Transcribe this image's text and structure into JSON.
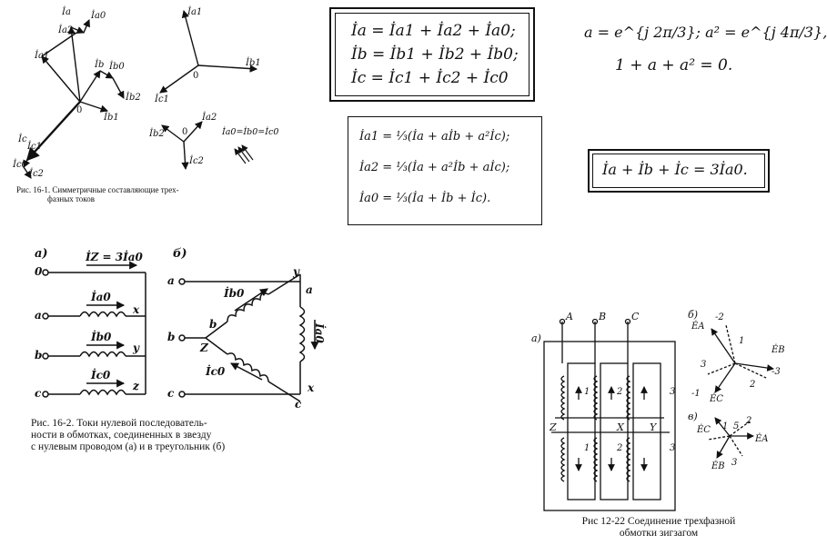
{
  "fig16_1": {
    "caption_line1": "Рис. 16-1. Симметричные составляющие трех-",
    "caption_line2": "фазных токов",
    "labels": {
      "ia": "İa",
      "ia2": "İa2",
      "ia0": "İa0",
      "ia1": "İa1",
      "ib": "İb",
      "ib0": "İb0",
      "ib2": "İb2",
      "ib1": "İb1",
      "ic": "İc",
      "ic1": "İc1",
      "ic0": "İc0",
      "ic2": "İc2",
      "o1": "0",
      "ia1b": "İa1",
      "o2": "0",
      "ib1b": "İb1",
      "ic1b": "İc1",
      "ia2b": "İa2",
      "ib2b": "İb2",
      "o3": "0",
      "ic2b": "İc2",
      "zero_eq": "İa0=İb0=İc0"
    }
  },
  "eq_sum": {
    "line1": "İa = İa1 + İa2 + İa0;",
    "line2": "İb = İb1 + İb2 + İb0;",
    "line3": "İc = İc1 + İc2 + İc0"
  },
  "eq_a": {
    "line1": "a = e^{j 2π/3};   a² = e^{j 4π/3},",
    "line2": "1 + a + a² = 0."
  },
  "eq_comp": {
    "line1": "İa1 = ⅓(İa + aİb + a²İc);",
    "line2": "İa2 = ⅓(İa + a²İb + aİc);",
    "line3": "İa0 = ⅓(İa + İb + İc)."
  },
  "eq_zero": {
    "text": "İa + İb + İc = 3İa0."
  },
  "fig16_2": {
    "label_a": "а)",
    "label_b": "б)",
    "iz": "İZ = 3İa0",
    "ia0": "İa0",
    "ib0": "İb0",
    "ic0": "İc0",
    "left_terms": [
      "0",
      "a",
      "b",
      "c"
    ],
    "right_terms": [
      "x",
      "y",
      "z"
    ],
    "tri_terms": {
      "a": "a",
      "b": "b",
      "c": "c",
      "y": "y",
      "a2": "a",
      "b2": "b",
      "z": "Z",
      "c2": "c",
      "x": "x"
    },
    "tri_ib0": "İb0",
    "tri_ic0": "İc0",
    "tri_ia0": "İa0",
    "caption_line1": "Рис. 16-2. Токи нулевой последователь-",
    "caption_line2": "ности в обмотках, соединенных в звезду",
    "caption_line3": "с нулевым проводом (а) и в треугольник (б)"
  },
  "fig12_22": {
    "label_a": "а)",
    "label_b": "б)",
    "label_v": "в)",
    "phases": [
      "A",
      "B",
      "C"
    ],
    "ends": [
      "Z",
      "X",
      "Y"
    ],
    "coil_nums": [
      "1",
      "2",
      "3",
      "1",
      "2",
      "3"
    ],
    "b_labels": {
      "ea": "ĖA",
      "m2": "-2",
      "one": "1",
      "eb": "ĖB",
      "three": "3",
      "two": "2",
      "m3": "-3",
      "m1": "-1",
      "ec": "ĖC"
    },
    "v_labels": {
      "ec": "ĖC",
      "one": "1",
      "five": "5",
      "two": "2",
      "ea": "ĖA",
      "eb": "ĖB",
      "three": "3"
    },
    "caption_line1": "Рис  12-22  Соединение трехфазной",
    "caption_line2": "обмотки зигзагом"
  }
}
